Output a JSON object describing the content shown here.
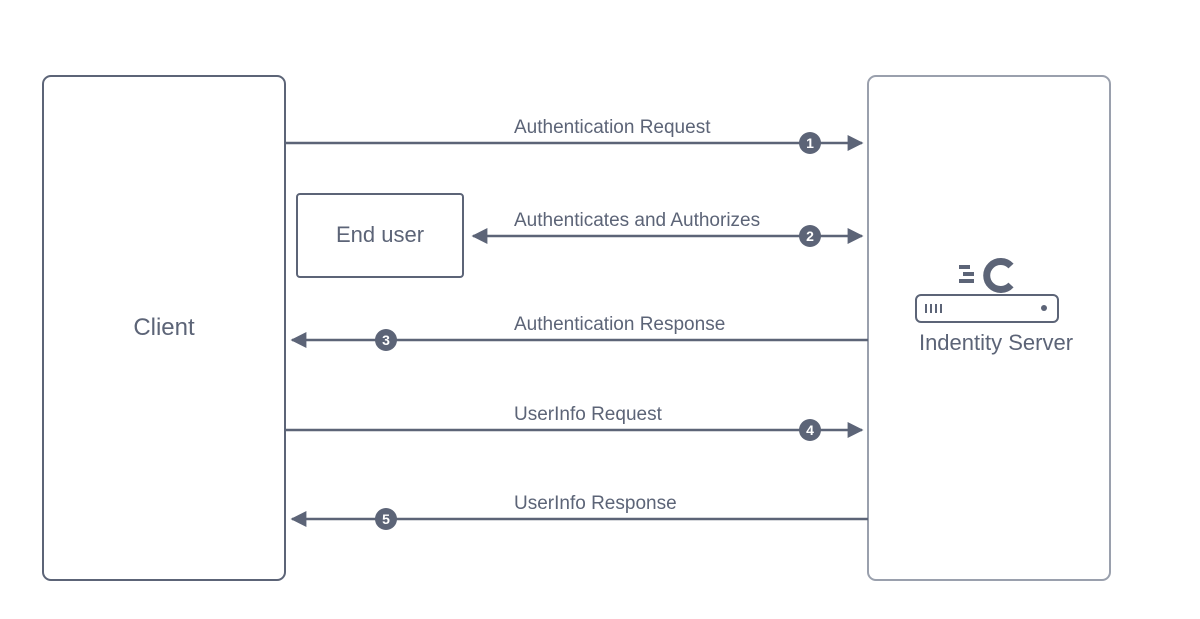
{
  "diagram": {
    "client_label": "Client",
    "end_user_label": "End user",
    "server_label": "Indentity Server",
    "colors": {
      "line": "#5c6477",
      "box_border": "#5c6477",
      "server_border": "#9aa0ad",
      "text": "#5c6477"
    },
    "flows": [
      {
        "number": "1",
        "label": "Authentication Request",
        "direction": "client-to-server"
      },
      {
        "number": "2",
        "label": "Authenticates and Authorizes",
        "direction": "end-user-to-server-bidirectional"
      },
      {
        "number": "3",
        "label": "Authentication Response",
        "direction": "server-to-client"
      },
      {
        "number": "4",
        "label": "UserInfo Request",
        "direction": "client-to-server"
      },
      {
        "number": "5",
        "label": "UserInfo Response",
        "direction": "server-to-client"
      }
    ]
  }
}
